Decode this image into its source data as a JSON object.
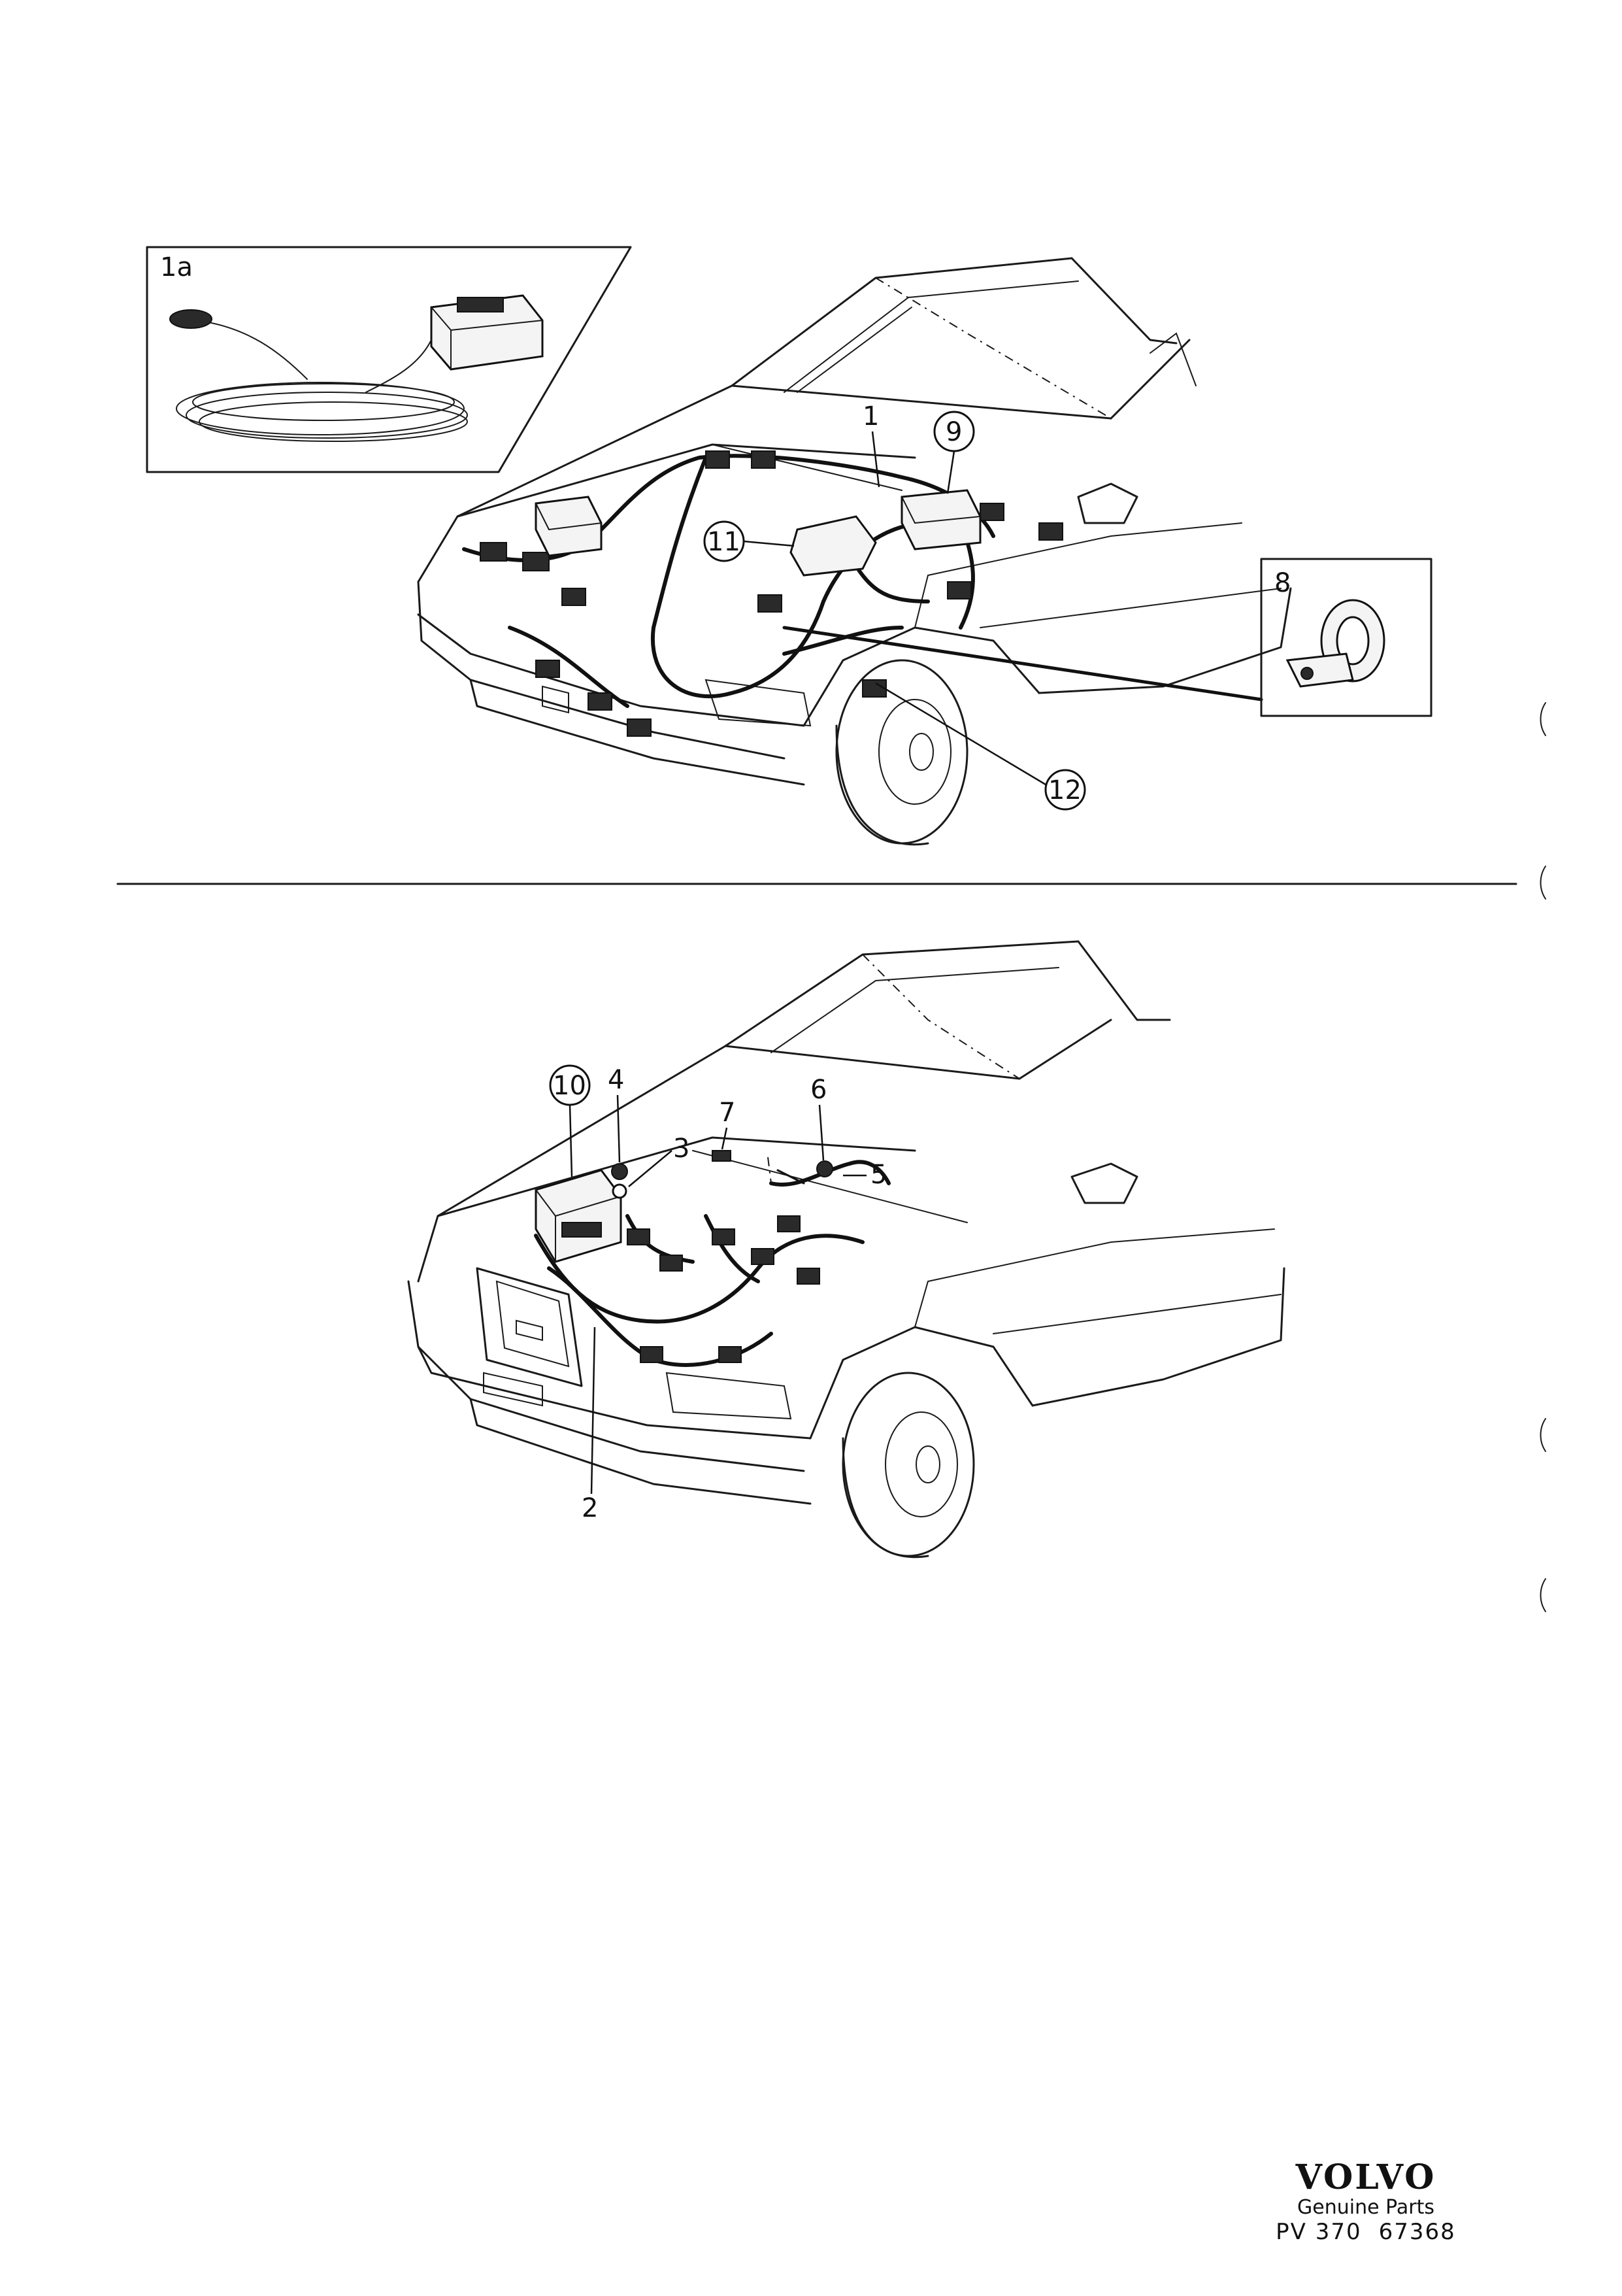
{
  "callouts": {
    "c1a": "1a",
    "c1": "1",
    "c2": "2",
    "c3": "3",
    "c4": "4",
    "c5": "5",
    "c6": "6",
    "c7": "7",
    "c8": "8",
    "c9": "9",
    "c10": "10",
    "c11": "11",
    "c12": "12"
  },
  "brand": {
    "name": "VOLVO",
    "subtitle": "Genuine Parts",
    "code_prefix": "PV 370",
    "code_number": "67368"
  }
}
